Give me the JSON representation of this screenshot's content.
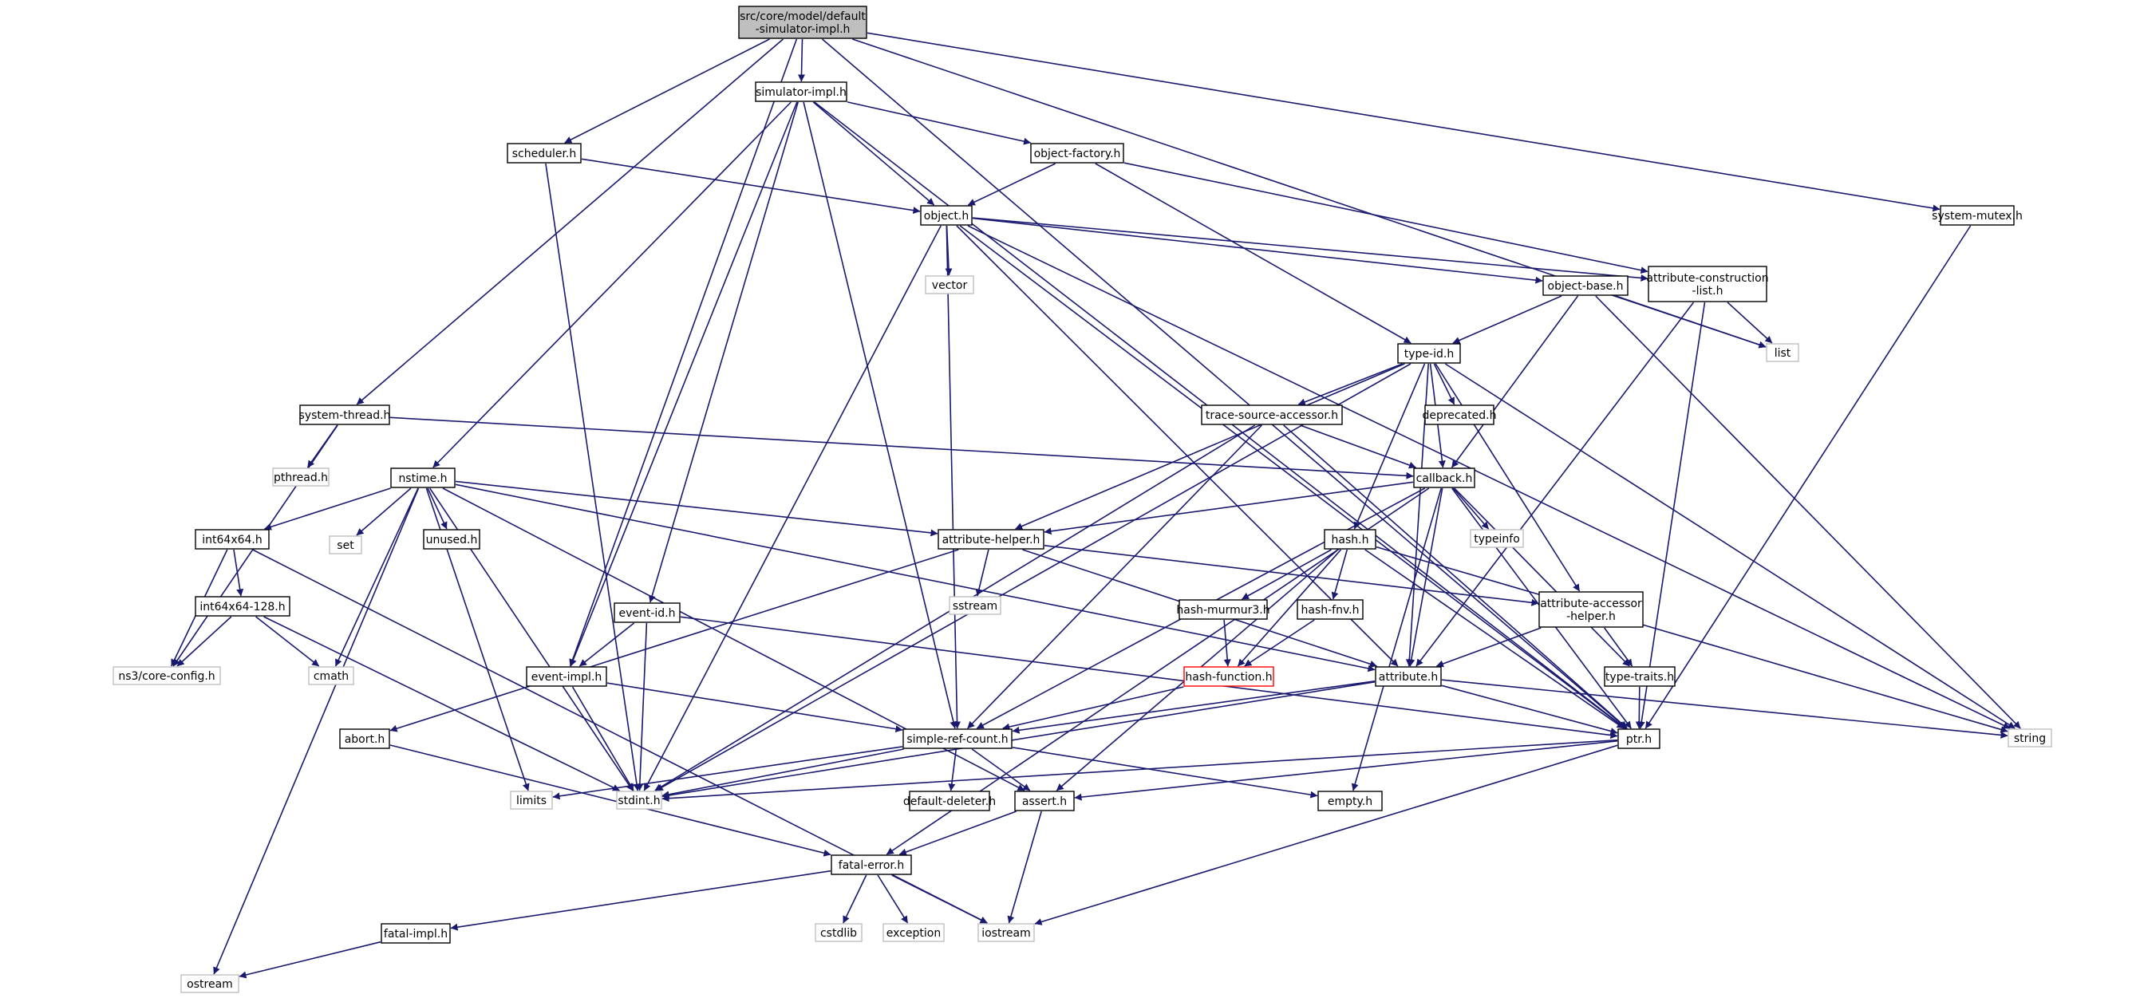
{
  "colors": {
    "edge": "#191970",
    "node_border": "#000000",
    "external_border": "#bfbfbf",
    "root_fill": "#bfbfbf",
    "warning_border": "#ff0000"
  },
  "nodes": {
    "root": {
      "lines": [
        "src/core/model/default",
        "-simulator-impl.h"
      ],
      "kind": "root"
    },
    "simimpl": {
      "lines": [
        "simulator-impl.h"
      ],
      "kind": "file"
    },
    "scheduler": {
      "lines": [
        "scheduler.h"
      ],
      "kind": "file"
    },
    "objfactory": {
      "lines": [
        "object-factory.h"
      ],
      "kind": "file"
    },
    "object": {
      "lines": [
        "object.h"
      ],
      "kind": "file"
    },
    "vector": {
      "lines": [
        "vector"
      ],
      "kind": "external"
    },
    "objbase": {
      "lines": [
        "object-base.h"
      ],
      "kind": "file"
    },
    "attrcons": {
      "lines": [
        "attribute-construction",
        "-list.h"
      ],
      "kind": "file"
    },
    "list": {
      "lines": [
        "list"
      ],
      "kind": "external"
    },
    "sysmutex": {
      "lines": [
        "system-mutex.h"
      ],
      "kind": "file"
    },
    "typeid": {
      "lines": [
        "type-id.h"
      ],
      "kind": "file"
    },
    "deprecated": {
      "lines": [
        "deprecated.h"
      ],
      "kind": "file"
    },
    "systhread": {
      "lines": [
        "system-thread.h"
      ],
      "kind": "file"
    },
    "pthread": {
      "lines": [
        "pthread.h"
      ],
      "kind": "external"
    },
    "tsa": {
      "lines": [
        "trace-source-accessor.h"
      ],
      "kind": "file"
    },
    "nstime": {
      "lines": [
        "nstime.h"
      ],
      "kind": "file"
    },
    "callback": {
      "lines": [
        "callback.h"
      ],
      "kind": "file"
    },
    "set": {
      "lines": [
        "set"
      ],
      "kind": "external"
    },
    "unused": {
      "lines": [
        "unused.h"
      ],
      "kind": "file"
    },
    "int64x64": {
      "lines": [
        "int64x64.h"
      ],
      "kind": "file"
    },
    "attrhelper": {
      "lines": [
        "attribute-helper.h"
      ],
      "kind": "file"
    },
    "typeinfo": {
      "lines": [
        "typeinfo"
      ],
      "kind": "external"
    },
    "hash": {
      "lines": [
        "hash.h"
      ],
      "kind": "file"
    },
    "sstream": {
      "lines": [
        "sstream"
      ],
      "kind": "external"
    },
    "int128": {
      "lines": [
        "int64x64-128.h"
      ],
      "kind": "file"
    },
    "eventid": {
      "lines": [
        "event-id.h"
      ],
      "kind": "file"
    },
    "murmur": {
      "lines": [
        "hash-murmur3.h"
      ],
      "kind": "file"
    },
    "fnv": {
      "lines": [
        "hash-fnv.h"
      ],
      "kind": "file"
    },
    "attracc": {
      "lines": [
        "attribute-accessor",
        "-helper.h"
      ],
      "kind": "file"
    },
    "coreconfig": {
      "lines": [
        "ns3/core-config.h"
      ],
      "kind": "external"
    },
    "cmath": {
      "lines": [
        "cmath"
      ],
      "kind": "external"
    },
    "eventimpl": {
      "lines": [
        "event-impl.h"
      ],
      "kind": "file"
    },
    "hashfunc": {
      "lines": [
        "hash-function.h"
      ],
      "kind": "warning"
    },
    "attribute": {
      "lines": [
        "attribute.h"
      ],
      "kind": "file"
    },
    "typetraits": {
      "lines": [
        "type-traits.h"
      ],
      "kind": "file"
    },
    "abort": {
      "lines": [
        "abort.h"
      ],
      "kind": "file"
    },
    "src": {
      "lines": [
        "simple-ref-count.h"
      ],
      "kind": "file"
    },
    "ptr": {
      "lines": [
        "ptr.h"
      ],
      "kind": "file"
    },
    "string": {
      "lines": [
        "string"
      ],
      "kind": "external"
    },
    "limits": {
      "lines": [
        "limits"
      ],
      "kind": "external"
    },
    "stdint": {
      "lines": [
        "stdint.h"
      ],
      "kind": "external"
    },
    "defdel": {
      "lines": [
        "default-deleter.h"
      ],
      "kind": "file"
    },
    "assert": {
      "lines": [
        "assert.h"
      ],
      "kind": "file"
    },
    "empty": {
      "lines": [
        "empty.h"
      ],
      "kind": "file"
    },
    "fatalerr": {
      "lines": [
        "fatal-error.h"
      ],
      "kind": "file"
    },
    "cstdlib": {
      "lines": [
        "cstdlib"
      ],
      "kind": "external"
    },
    "exception": {
      "lines": [
        "exception"
      ],
      "kind": "external"
    },
    "iostream": {
      "lines": [
        "iostream"
      ],
      "kind": "external"
    },
    "fatalimpl": {
      "lines": [
        "fatal-impl.h"
      ],
      "kind": "file"
    },
    "ostream": {
      "lines": [
        "ostream"
      ],
      "kind": "external"
    }
  },
  "edges": [
    [
      "root",
      "simimpl"
    ],
    [
      "root",
      "scheduler"
    ],
    [
      "root",
      "systhread"
    ],
    [
      "root",
      "eventimpl"
    ],
    [
      "root",
      "list"
    ],
    [
      "root",
      "sysmutex"
    ],
    [
      "root",
      "ptr"
    ],
    [
      "simimpl",
      "object"
    ],
    [
      "simimpl",
      "objfactory"
    ],
    [
      "simimpl",
      "nstime"
    ],
    [
      "simimpl",
      "eventid"
    ],
    [
      "simimpl",
      "eventimpl"
    ],
    [
      "simimpl",
      "src"
    ],
    [
      "simimpl",
      "ptr"
    ],
    [
      "scheduler",
      "object"
    ],
    [
      "scheduler",
      "stdint"
    ],
    [
      "objfactory",
      "object"
    ],
    [
      "objfactory",
      "typeid"
    ],
    [
      "objfactory",
      "attrcons"
    ],
    [
      "object",
      "vector"
    ],
    [
      "object",
      "objbase"
    ],
    [
      "object",
      "attrcons"
    ],
    [
      "object",
      "attribute"
    ],
    [
      "object",
      "src"
    ],
    [
      "object",
      "stdint"
    ],
    [
      "object",
      "ptr"
    ],
    [
      "object",
      "string"
    ],
    [
      "objbase",
      "typeid"
    ],
    [
      "objbase",
      "callback"
    ],
    [
      "objbase",
      "list"
    ],
    [
      "objbase",
      "string"
    ],
    [
      "attrcons",
      "list"
    ],
    [
      "attrcons",
      "attribute"
    ],
    [
      "attrcons",
      "ptr"
    ],
    [
      "sysmutex",
      "ptr"
    ],
    [
      "typeid",
      "deprecated"
    ],
    [
      "typeid",
      "tsa"
    ],
    [
      "typeid",
      "callback"
    ],
    [
      "typeid",
      "hash"
    ],
    [
      "typeid",
      "attrhelper"
    ],
    [
      "typeid",
      "attribute"
    ],
    [
      "typeid",
      "attracc"
    ],
    [
      "typeid",
      "stdint"
    ],
    [
      "typeid",
      "string"
    ],
    [
      "systhread",
      "pthread"
    ],
    [
      "systhread",
      "callback"
    ],
    [
      "systhread",
      "coreconfig"
    ],
    [
      "tsa",
      "callback"
    ],
    [
      "tsa",
      "src"
    ],
    [
      "tsa",
      "stdint"
    ],
    [
      "tsa",
      "ptr"
    ],
    [
      "nstime",
      "set"
    ],
    [
      "nstime",
      "unused"
    ],
    [
      "nstime",
      "int64x64"
    ],
    [
      "nstime",
      "attrhelper"
    ],
    [
      "nstime",
      "attribute"
    ],
    [
      "nstime",
      "cmath"
    ],
    [
      "nstime",
      "assert"
    ],
    [
      "nstime",
      "stdint"
    ],
    [
      "nstime",
      "limits"
    ],
    [
      "nstime",
      "ostream"
    ],
    [
      "callback",
      "typeinfo"
    ],
    [
      "callback",
      "attrhelper"
    ],
    [
      "callback",
      "attribute"
    ],
    [
      "callback",
      "typetraits"
    ],
    [
      "callback",
      "ptr"
    ],
    [
      "callback",
      "empty"
    ],
    [
      "callback",
      "src"
    ],
    [
      "callback",
      "fatalerr"
    ],
    [
      "int64x64",
      "int128"
    ],
    [
      "int64x64",
      "coreconfig"
    ],
    [
      "int64x64",
      "iostream"
    ],
    [
      "int128",
      "coreconfig"
    ],
    [
      "int128",
      "cmath"
    ],
    [
      "int128",
      "stdint"
    ],
    [
      "attrhelper",
      "sstream"
    ],
    [
      "attrhelper",
      "attribute"
    ],
    [
      "attrhelper",
      "attracc"
    ],
    [
      "attrhelper",
      "abort"
    ],
    [
      "hash",
      "murmur"
    ],
    [
      "hash",
      "fnv"
    ],
    [
      "hash",
      "hashfunc"
    ],
    [
      "hash",
      "ptr"
    ],
    [
      "hash",
      "string"
    ],
    [
      "hash",
      "assert"
    ],
    [
      "eventid",
      "eventimpl"
    ],
    [
      "eventid",
      "stdint"
    ],
    [
      "eventid",
      "ptr"
    ],
    [
      "murmur",
      "hashfunc"
    ],
    [
      "fnv",
      "hashfunc"
    ],
    [
      "attracc",
      "attribute"
    ],
    [
      "attracc",
      "typetraits"
    ],
    [
      "eventimpl",
      "src"
    ],
    [
      "eventimpl",
      "stdint"
    ],
    [
      "hashfunc",
      "src"
    ],
    [
      "attribute",
      "src"
    ],
    [
      "attribute",
      "ptr"
    ],
    [
      "attribute",
      "string"
    ],
    [
      "attribute",
      "stdint"
    ],
    [
      "typetraits",
      "ptr"
    ],
    [
      "abort",
      "fatalerr"
    ],
    [
      "src",
      "limits"
    ],
    [
      "src",
      "stdint"
    ],
    [
      "src",
      "defdel"
    ],
    [
      "src",
      "assert"
    ],
    [
      "src",
      "empty"
    ],
    [
      "ptr",
      "assert"
    ],
    [
      "ptr",
      "iostream"
    ],
    [
      "ptr",
      "stdint"
    ],
    [
      "assert",
      "fatalerr"
    ],
    [
      "assert",
      "iostream"
    ],
    [
      "fatalerr",
      "cstdlib"
    ],
    [
      "fatalerr",
      "exception"
    ],
    [
      "fatalerr",
      "iostream"
    ],
    [
      "fatalerr",
      "fatalimpl"
    ],
    [
      "fatalimpl",
      "ostream"
    ]
  ]
}
